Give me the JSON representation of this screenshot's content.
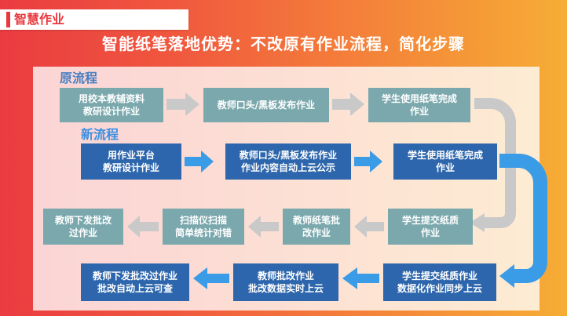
{
  "header_tag": "智慧作业",
  "title": "智能纸笔落地优势：不改原有作业流程，简化步骤",
  "old_flow": {
    "label": "原流程",
    "steps": [
      "用校本教辅资料\n教研设计作业",
      "教师口头/黑板发布作业",
      "学生使用纸笔完成\n作业"
    ]
  },
  "new_flow": {
    "label": "新流程",
    "steps": [
      "用作业平台\n教研设计作业",
      "教师口头/黑板发布作业\n作业内容自动上云公示",
      "学生使用纸笔完成\n作业"
    ]
  },
  "old_return": {
    "steps": [
      "学生提交纸质\n作业",
      "教师纸笔批\n改作业",
      "扫描仪扫描\n简单统计对错",
      "教师下发批改\n过作业"
    ]
  },
  "new_return": {
    "steps": [
      "学生提交纸质作业\n数据化作业同步上云",
      "教师批改作业\n批改数据实时上云",
      "教师下发批改过作业\n批改自动上云可查"
    ]
  },
  "colors": {
    "old_box": "#7aa8ad",
    "new_box": "#2d66ac",
    "old_arrow": "#c9c9c9",
    "new_arrow": "#3a9be6",
    "old_label": "#4a7fc1",
    "new_label": "#3b8ee0",
    "tag_accent": "#e8383d"
  }
}
